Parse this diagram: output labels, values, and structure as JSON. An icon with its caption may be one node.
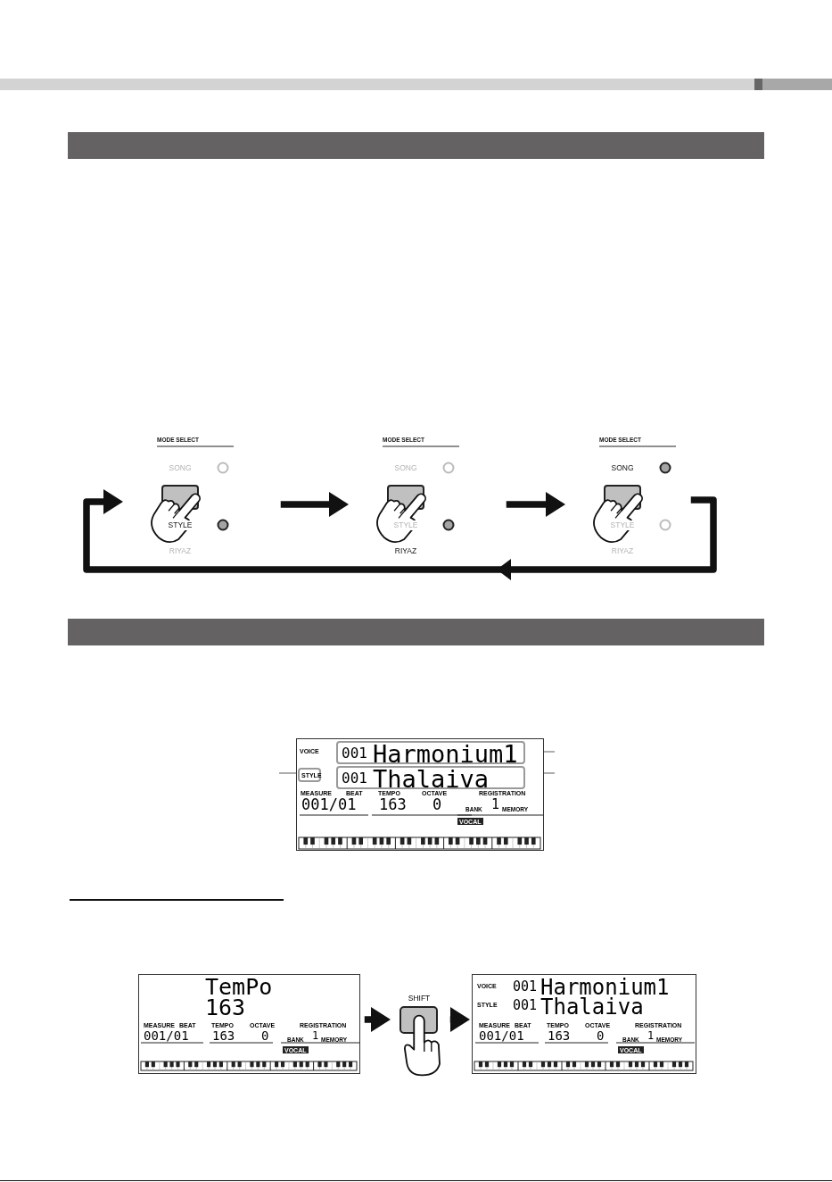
{
  "diagram": {
    "nodes": [
      {
        "text": [],
        "shape": "bar"
      },
      {
        "text": [
          "MODE SELECT",
          "SONG",
          "STYLE",
          "RIYAZ"
        ]
      },
      {
        "text": [
          "MODE SELECT",
          "SONG",
          "STYLE",
          "RIYAZ"
        ]
      },
      {
        "text": [
          "MODE SELECT",
          "SONG",
          "STYLE",
          "RIYAZ"
        ]
      },
      {
        "text": [],
        "shape": "bar"
      },
      {
        "text": [
          "VOICE",
          "MEASURE",
          "BEAT",
          "001/01",
          "TEMPO",
          "163",
          "OCTAVE",
          "0",
          "REGISTRATION",
          "BANK",
          "1",
          "MEMORY",
          "VOCAL"
        ]
      },
      {
        "text": [
          "STYLE"
        ],
        "in": 5
      },
      {
        "text": [
          "001",
          "Harmonium1"
        ],
        "in": 5
      },
      {
        "text": [
          "001",
          "Thalaiva"
        ],
        "in": 5
      },
      {
        "text": [
          "TemPo",
          "163",
          "MEASURE",
          "BEAT",
          "001/01",
          "TEMPO",
          "163",
          "OCTAVE",
          "0",
          "REGISTRATION",
          "BANK",
          "1",
          "MEMORY",
          "VOCAL"
        ]
      },
      {
        "text": [
          "SHIFT"
        ]
      },
      {
        "text": [
          "VOICE",
          "001",
          "Harmonium1",
          "STYLE",
          "001",
          "Thalaiva",
          "MEASURE",
          "BEAT",
          "001/01",
          "TEMPO",
          "163",
          "OCTAVE",
          "0",
          "REGISTRATION",
          "BANK",
          "1",
          "MEMORY",
          "VOCAL"
        ]
      }
    ],
    "edges": [
      {
        "from": 1,
        "to": 2,
        "arrow": "to"
      },
      {
        "from": 2,
        "to": 3,
        "arrow": "to"
      },
      {
        "from": 3,
        "to": 1,
        "arrow": "to"
      },
      {
        "from": 7,
        "to": null,
        "arrow": "none",
        "color": "#808080"
      },
      {
        "from": 6,
        "to": null,
        "arrow": "none",
        "color": "#808080"
      },
      {
        "from": 8,
        "to": null,
        "arrow": "none",
        "color": "#808080"
      },
      {
        "from": 9,
        "to": 10,
        "arrow": "to"
      },
      {
        "from": 10,
        "to": 11,
        "arrow": "to"
      }
    ]
  }
}
